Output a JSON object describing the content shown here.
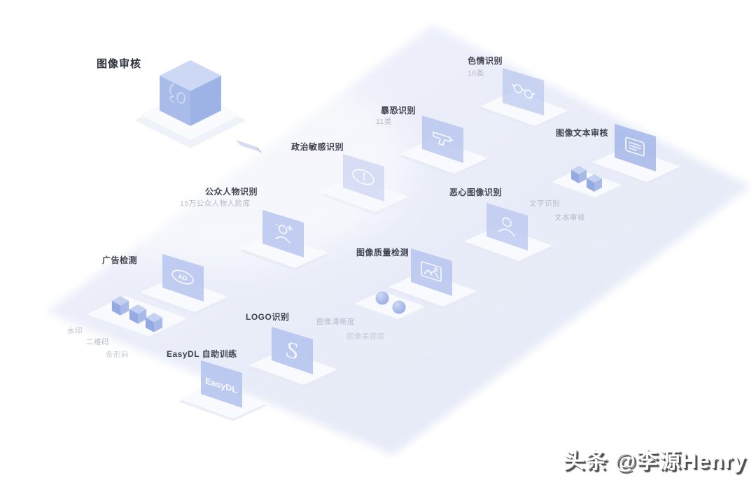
{
  "title": "图像审核",
  "credit": "头条 @李源Henry",
  "colors": {
    "accent_cube": "#a9bce9",
    "screen_blue": "#b6c4ee",
    "floor_lavender": "#e7ebf8",
    "dark_text": "#3f4450",
    "gray_text": "#b4bac9"
  },
  "nodes": {
    "porn": {
      "label": "色情识别",
      "sub": "16类"
    },
    "terror": {
      "label": "暴恐识别",
      "sub": "11类"
    },
    "political": {
      "label": "政治敏感识别"
    },
    "public_figure": {
      "label": "公众人物识别",
      "sub": "15万公众人物人脸库"
    },
    "disgust": {
      "label": "恶心图像识别"
    },
    "image_text": {
      "label": "图像文本审核"
    },
    "text_ocr": {
      "label": "文字识别"
    },
    "text_review": {
      "label": "文本审核"
    },
    "ad": {
      "label": "广告检测"
    },
    "watermark": {
      "label": "水印"
    },
    "qrcode": {
      "label": "二维码"
    },
    "barcode": {
      "label": "条形码"
    },
    "quality": {
      "label": "图像质量检测"
    },
    "clarity": {
      "label": "图像清晰度"
    },
    "aesthetics": {
      "label": "图像美观度"
    },
    "logo": {
      "label": "LOGO识别"
    },
    "easydl": {
      "label": "EasyDL 自助训练"
    }
  },
  "screen_texts": {
    "easydl": "EasyDL",
    "logo": "S",
    "ad": "AD"
  }
}
